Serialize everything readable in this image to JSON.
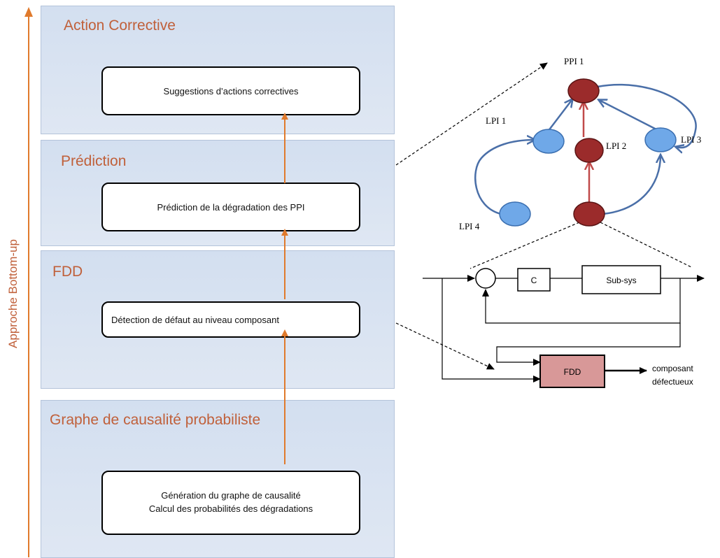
{
  "axis": {
    "label": "Approche Bottom-up",
    "color": "#c0603a"
  },
  "layers": {
    "action": {
      "title": "Action Corrective",
      "box": "Suggestions d’actions correctives"
    },
    "prediction": {
      "title": "Prédiction",
      "box": "Prédiction de la dégradation des PPI"
    },
    "fdd": {
      "title": "FDD",
      "box": "Détection de défaut au niveau composant"
    },
    "graph": {
      "title": "Graphe de causalité probabiliste",
      "box_line1": "Génération du graphe de causalité",
      "box_line2": "Calcul des probabilités des dégradations"
    }
  },
  "causal_graph": {
    "ppi1": "PPI 1",
    "lpi1": "LPI 1",
    "lpi2": "LPI 2",
    "lpi3": "LPI 3",
    "lpi4": "LPI 4"
  },
  "control_loop": {
    "controller": "C",
    "subsystem": "Sub-sys",
    "fdd": "FDD",
    "output_line1": "composant",
    "output_line2": "défectueux"
  },
  "colors": {
    "layer_bg": "#d3dff0",
    "accent": "#c0603a",
    "arrow_orange": "#e07a2c",
    "node_red": "#9b2b2b",
    "node_blue": "#6fa8e8",
    "edge_blue": "#4a6fa8",
    "edge_red": "#c04a4a",
    "fdd_fill": "#d89898"
  }
}
